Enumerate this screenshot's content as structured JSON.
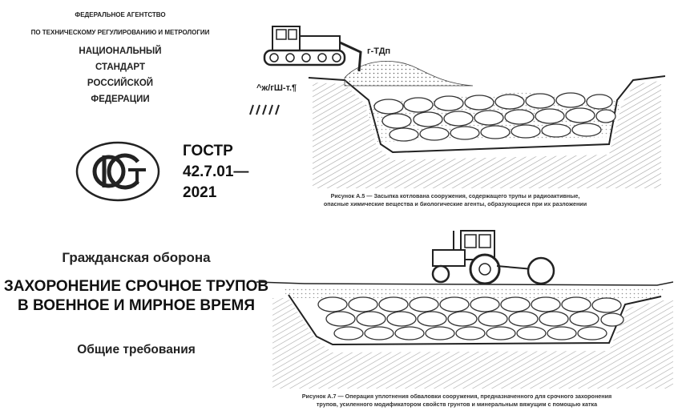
{
  "header": {
    "agency_line1": "ФЕДЕРАЛЬНОЕ АГЕНТСТВО",
    "agency_line2": "ПО ТЕХНИЧЕСКОМУ РЕГУЛИРОВАНИЮ И МЕТРОЛОГИИ",
    "national_lines": [
      "НАЦИОНАЛЬНЫЙ",
      "СТАНДАРТ",
      "РОССИЙСКОЙ",
      "ФЕДЕРАЦИИ"
    ]
  },
  "standard": {
    "label": "ГОСТР",
    "number": "42.7.01—",
    "year": "2021",
    "logo_icon": "rst-logo-icon",
    "logo_text": "РСТ"
  },
  "document": {
    "category": "Гражданская оборона",
    "title_line1": "ЗАХОРОНЕНИЕ СРОЧНОЕ ТРУПОВ",
    "title_line2": "В ВОЕННОЕ И МИРНОЕ ВРЕМЯ",
    "subtitle": "Общие требования"
  },
  "figures": [
    {
      "labels": [
        "г-ТДп",
        "^ж/гШ-т.¶"
      ],
      "caption_line1": "Рисунок А.5 — Засыпка котлована сооружения, содержащего трупы и радиоактивные,",
      "caption_line2": "опасные химические вещества и биологические агенты, образующиеся при их разложении",
      "icon": "bulldozer-icon"
    },
    {
      "caption_line1": "Рисунок А.7 — Операция уплотнения обваловки сооружения, предназначенного для срочного захоронения",
      "caption_line2": "трупов, усиленного модификатором свойств грунтов и минеральным вяжущим с помощью катка",
      "icon": "tractor-roller-icon"
    }
  ]
}
